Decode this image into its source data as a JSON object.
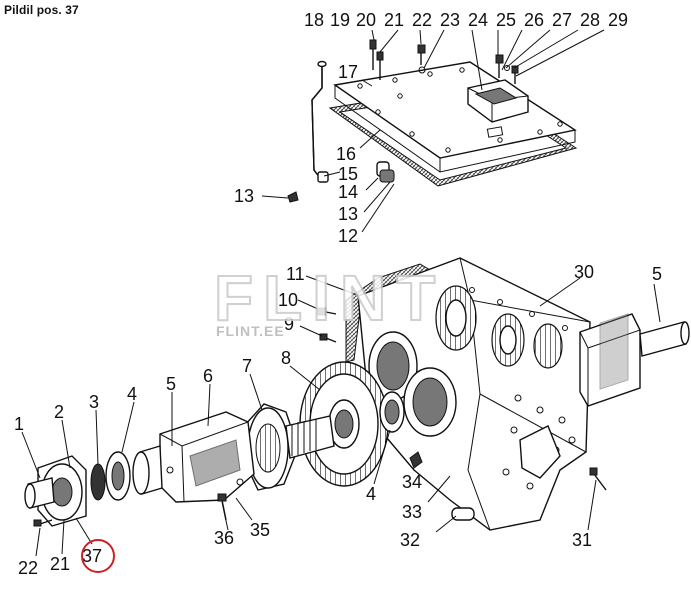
{
  "caption": "Pildil pos. 37",
  "watermark": {
    "main": "FLINT",
    "sub": "FLINT.EE"
  },
  "highlight_color": "#cc2222",
  "callouts": [
    {
      "id": "1",
      "label": "1"
    },
    {
      "id": "2",
      "label": "2"
    },
    {
      "id": "3",
      "label": "3"
    },
    {
      "id": "4a",
      "label": "4"
    },
    {
      "id": "5a",
      "label": "5"
    },
    {
      "id": "6",
      "label": "6"
    },
    {
      "id": "7",
      "label": "7"
    },
    {
      "id": "8",
      "label": "8"
    },
    {
      "id": "4b",
      "label": "4"
    },
    {
      "id": "34",
      "label": "34"
    },
    {
      "id": "33",
      "label": "33"
    },
    {
      "id": "32",
      "label": "32"
    },
    {
      "id": "31",
      "label": "31"
    },
    {
      "id": "36",
      "label": "36"
    },
    {
      "id": "35",
      "label": "35"
    },
    {
      "id": "22",
      "label": "22"
    },
    {
      "id": "21",
      "label": "21"
    },
    {
      "id": "37",
      "label": "37"
    },
    {
      "id": "30",
      "label": "30"
    },
    {
      "id": "5b",
      "label": "5"
    },
    {
      "id": "11",
      "label": "11"
    },
    {
      "id": "10",
      "label": "10"
    },
    {
      "id": "9",
      "label": "9"
    },
    {
      "id": "18",
      "label": "18"
    },
    {
      "id": "19",
      "label": "19"
    },
    {
      "id": "20",
      "label": "20"
    },
    {
      "id": "21t",
      "label": "21"
    },
    {
      "id": "22t",
      "label": "22"
    },
    {
      "id": "23",
      "label": "23"
    },
    {
      "id": "24",
      "label": "24"
    },
    {
      "id": "25",
      "label": "25"
    },
    {
      "id": "26",
      "label": "26"
    },
    {
      "id": "27",
      "label": "27"
    },
    {
      "id": "28",
      "label": "28"
    },
    {
      "id": "29",
      "label": "29"
    },
    {
      "id": "17",
      "label": "17"
    },
    {
      "id": "16",
      "label": "16"
    },
    {
      "id": "15",
      "label": "15"
    },
    {
      "id": "14",
      "label": "14"
    },
    {
      "id": "13a",
      "label": "13"
    },
    {
      "id": "13b",
      "label": "13"
    },
    {
      "id": "12",
      "label": "12"
    }
  ]
}
